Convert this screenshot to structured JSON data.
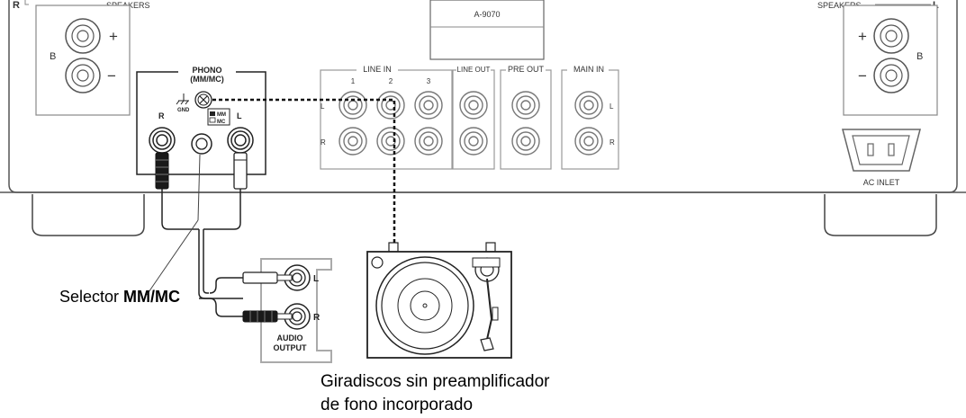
{
  "amplifier": {
    "model": "A-9070",
    "speakers_left_label": "SPEAKERS",
    "speakers_right_label": "SPEAKERS",
    "speakers_left_channel": "R",
    "speakers_right_channel": "L",
    "terminal_b": "B",
    "plus": "+",
    "minus": "−",
    "phono_title": "PHONO",
    "phono_subtitle": "(MM/MC)",
    "gnd": "GND",
    "sw_mm": "MM",
    "sw_mc": "MC",
    "ch_r": "R",
    "ch_l": "L",
    "line_in": "LINE IN",
    "line_out": "LINE OUT",
    "pre_out": "PRE OUT",
    "main_in": "MAIN IN",
    "in1": "1",
    "in2": "2",
    "in3": "3",
    "row_l": "L",
    "row_r": "R",
    "ac_inlet": "AC INLET"
  },
  "turntable": {
    "out_l": "L",
    "out_r": "R",
    "audio_output_1": "AUDIO",
    "audio_output_2": "OUTPUT"
  },
  "captions": {
    "selector_prefix": "Selector ",
    "selector_bold": "MM/MC",
    "turntable_line1": "Giradiscos sin preamplificador",
    "turntable_line2": "de fono incorporado"
  }
}
